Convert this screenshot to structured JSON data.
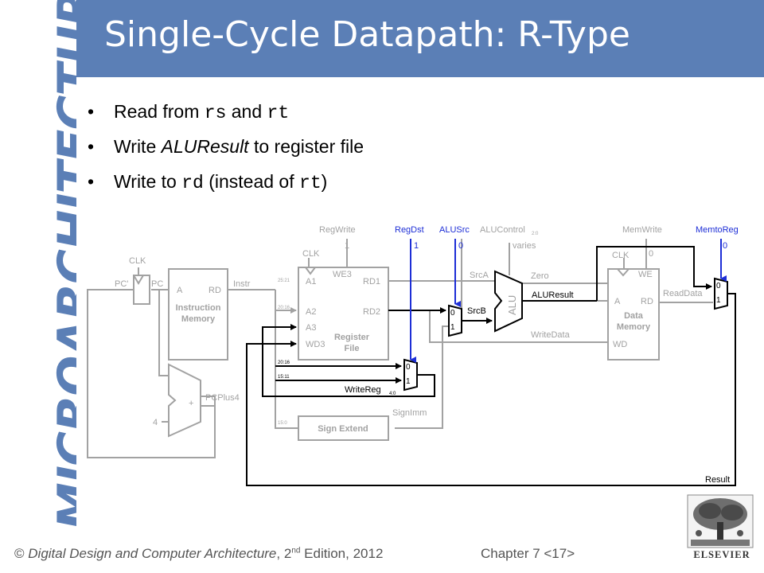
{
  "slide": {
    "title": "Single-Cycle Datapath: R-Type",
    "brand": "MICROARCHITECTURE",
    "bullets": [
      {
        "parts": [
          "Read from ",
          "rs",
          " and ",
          "rt"
        ]
      },
      {
        "parts": [
          "Write ",
          "ALUResult",
          " to register file"
        ]
      },
      {
        "parts": [
          "Write to ",
          "rd",
          " (instead of ",
          "rt",
          ")"
        ]
      }
    ]
  },
  "footer": {
    "copy_symbol": "©",
    "book_title": "Digital Design and Computer Architecture",
    "edition_num": ", 2",
    "edition_sup": "nd",
    "edition_rest": " Edition, 2012",
    "chapter": "Chapter 7 <17>",
    "publisher": "ELSEVIER"
  },
  "colors": {
    "title_bar": "#5b7fb6",
    "brand": "#5b7fb6",
    "active_path": "#000000",
    "inactive_path": "#a2a2a2",
    "control_signal": "#1d2ed6"
  },
  "diagram": {
    "control": {
      "regwrite": {
        "name": "RegWrite",
        "value": "1"
      },
      "regdst": {
        "name": "RegDst",
        "value": "1"
      },
      "alusrc": {
        "name": "ALUSrc",
        "value": "0"
      },
      "alucontrol": {
        "name": "ALUControl",
        "sub": "2:0",
        "value": "varies"
      },
      "memwrite": {
        "name": "MemWrite",
        "value": "0"
      },
      "memtoreg": {
        "name": "MemtoReg",
        "value": "0"
      }
    },
    "signals": {
      "clk": "CLK",
      "pc_prime": "PC'",
      "pc": "PC",
      "instr": "Instr",
      "srca": "SrcA",
      "srcb": "SrcB",
      "zero": "Zero",
      "aluresult": "ALUResult",
      "readdata": "ReadData",
      "writedata": "WriteData",
      "pcplus4": "PCPlus4",
      "signimm": "SignImm",
      "writereg": "WriteReg",
      "writereg_sub": "4:0",
      "result": "Result",
      "four": "4",
      "plus": "+"
    },
    "bits": {
      "rs": "25:21",
      "rt": "20:16",
      "rt2": "20:16",
      "rd": "15:11",
      "imm": "15:0"
    },
    "imem": {
      "a": "A",
      "rd": "RD",
      "name1": "Instruction",
      "name2": "Memory"
    },
    "regfile": {
      "a1": "A1",
      "a2": "A2",
      "a3": "A3",
      "wd3": "WD3",
      "we3": "WE3",
      "rd1": "RD1",
      "rd2": "RD2",
      "name1": "Register",
      "name2": "File"
    },
    "dmem": {
      "we": "WE",
      "a": "A",
      "rd": "RD",
      "wd": "WD",
      "name1": "Data",
      "name2": "Memory"
    },
    "alu_label": "ALU",
    "signext_label": "Sign Extend",
    "mux": {
      "zero": "0",
      "one": "1"
    }
  }
}
